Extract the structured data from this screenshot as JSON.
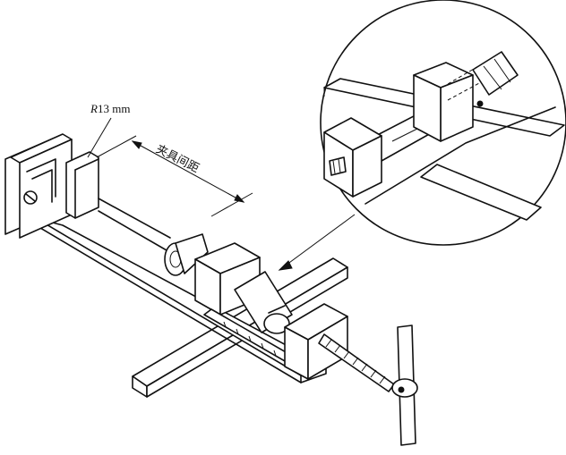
{
  "labels": {
    "radius_symbol": "R",
    "radius_value": "13 mm",
    "fixture_spacing": "夹具间距"
  }
}
